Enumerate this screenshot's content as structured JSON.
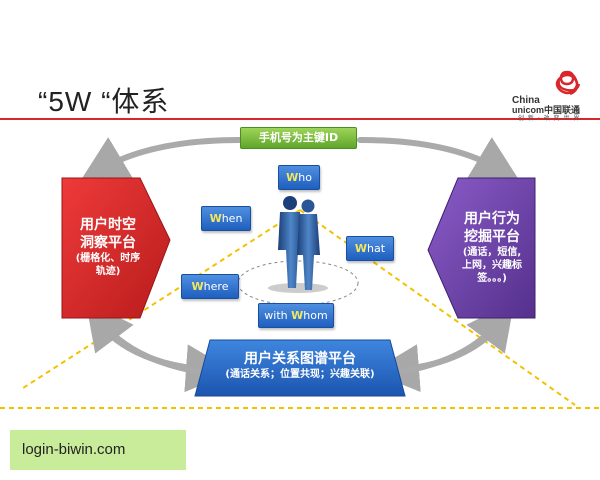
{
  "title": "“5W “体系",
  "logo": {
    "line1": "China",
    "line2": "unicom中国联通",
    "line3": "创 新 · 改 变 世 界",
    "accent_color": "#d9262a"
  },
  "primary_key": "手机号为主键ID",
  "w_items": {
    "who": {
      "hl": "W",
      "rest": "ho"
    },
    "when": {
      "hl": "W",
      "rest": "hen"
    },
    "what": {
      "hl": "W",
      "rest": "hat"
    },
    "where": {
      "hl": "W",
      "rest": "here"
    },
    "whom": {
      "prefix": "with ",
      "hl": "W",
      "rest": "hom"
    }
  },
  "left_panel": {
    "line1": "用户时空",
    "line2": "洞察平台",
    "sub1": "(栅格化、时序",
    "sub2": "轨迹)",
    "color": "#d9262a"
  },
  "right_panel": {
    "line1": "用户行为",
    "line2": "挖掘平台",
    "sub1": "(通话，短信,",
    "sub2": "上网，兴趣标",
    "sub3": "签。。。)",
    "color": "#6a3fa0"
  },
  "bottom_panel": {
    "line1": "用户关系图谱平台",
    "sub1": "(通话关系；位置共现；兴趣关联)",
    "color": "#1f5fbf"
  },
  "footer": {
    "text": "login-biwin.com"
  }
}
